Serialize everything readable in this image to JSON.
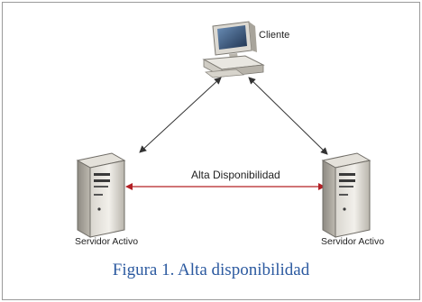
{
  "diagram": {
    "client_label": "Cliente",
    "link_label": "Alta Disponibilidad",
    "server_left_label": "Servidor Activo",
    "server_right_label": "Servidor Activo",
    "icons": [
      "computer-icon",
      "server-icon",
      "server-icon"
    ],
    "colors": {
      "caption": "#2c5aa0",
      "ha_link": "#b32025",
      "client_links": "#333333"
    }
  },
  "caption": "Figura 1.  Alta disponibilidad"
}
